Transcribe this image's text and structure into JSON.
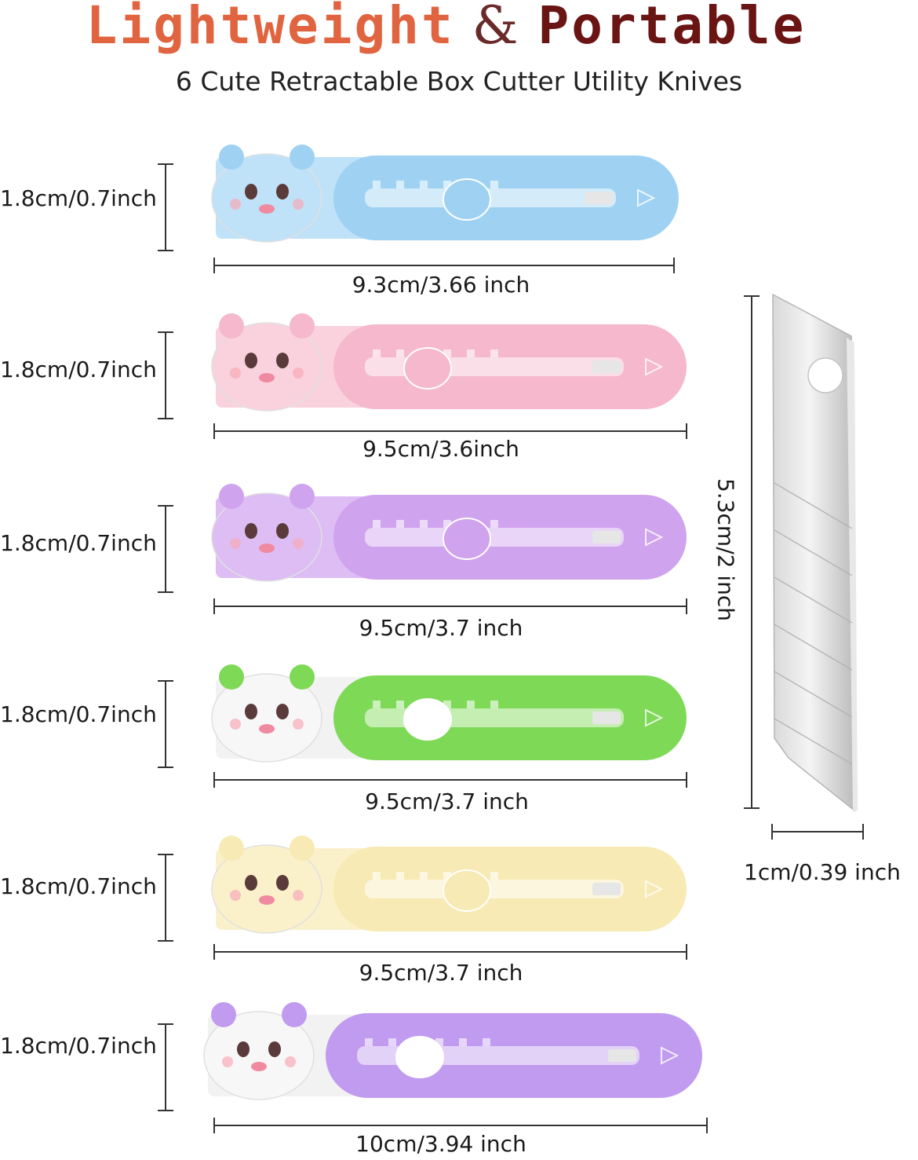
{
  "header": {
    "title_part1": "Lightweight",
    "title_amp": "&",
    "title_part2": "Portable",
    "subtitle": "6 Cute Retractable Box Cutter Utility Knives"
  },
  "colors": {
    "title_part1": "#e0643f",
    "title_amp": "#6b2a2a",
    "title_part2": "#6b1414"
  },
  "knives": [
    {
      "height_label": "1.8cm/0.7inch",
      "width_label": "9.3cm/3.66 inch",
      "body_color": "#9fd2f2",
      "light_color": "#bfe2f8",
      "figure": "bunny-figure"
    },
    {
      "height_label": "1.8cm/0.7inch",
      "width_label": "9.5cm/3.6inch",
      "body_color": "#f5b8cc",
      "light_color": "#f9d2de",
      "figure": "pink-bear-figure"
    },
    {
      "height_label": "1.8cm/0.7inch",
      "width_label": "9.5cm/3.7 inch",
      "body_color": "#cfa3ee",
      "light_color": "#ddbdf4",
      "figure": "purple-bear-figure"
    },
    {
      "height_label": "1.8cm/0.7inch",
      "width_label": "9.5cm/3.7 inch",
      "body_color": "#7ed957",
      "light_color": "#f2f2f2",
      "figure": "frog-figure"
    },
    {
      "height_label": "1.8cm/0.7inch",
      "width_label": "9.5cm/3.7 inch",
      "body_color": "#f7eab4",
      "light_color": "#faf1cb",
      "figure": "lion-figure"
    },
    {
      "height_label": "1.8cm/0.7inch",
      "width_label": "10cm/3.94 inch",
      "body_color": "#c09bf0",
      "light_color": "#f2f2f2",
      "figure": "witch-figure"
    }
  ],
  "blade": {
    "height_label": "5.3cm/2 inch",
    "width_label": "1cm/0.39 inch"
  }
}
